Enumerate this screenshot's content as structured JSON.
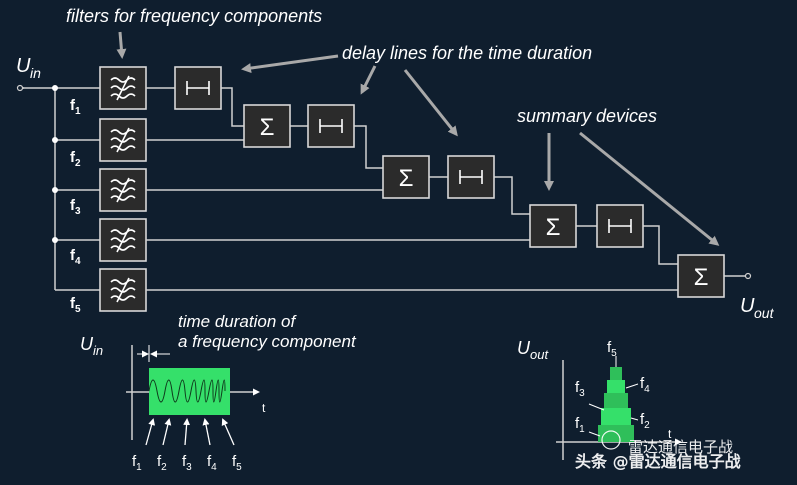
{
  "labels": {
    "filters": "filters for frequency components",
    "delay_lines": "delay lines for the time duration",
    "summary": "summary devices",
    "u_in_main": "U",
    "u_in_sub": "in",
    "u_out_main": "U",
    "u_out_sub": "out",
    "time_duration_line1": "time duration of",
    "time_duration_line2": "a frequency component",
    "axis_t": "t",
    "sigma": "Σ"
  },
  "frequencies": [
    {
      "f": "f",
      "sub": "1"
    },
    {
      "f": "f",
      "sub": "2"
    },
    {
      "f": "f",
      "sub": "3"
    },
    {
      "f": "f",
      "sub": "4"
    },
    {
      "f": "f",
      "sub": "5"
    }
  ],
  "watermark": {
    "text1": "雷达通信电子战",
    "text2": "头条 @雷达通信电子战"
  },
  "colors": {
    "background": "#0f1e2e",
    "signal_green": "#35e06a",
    "box_fill": "#2b2b2b",
    "arrow_gray": "#a9a9a9"
  }
}
